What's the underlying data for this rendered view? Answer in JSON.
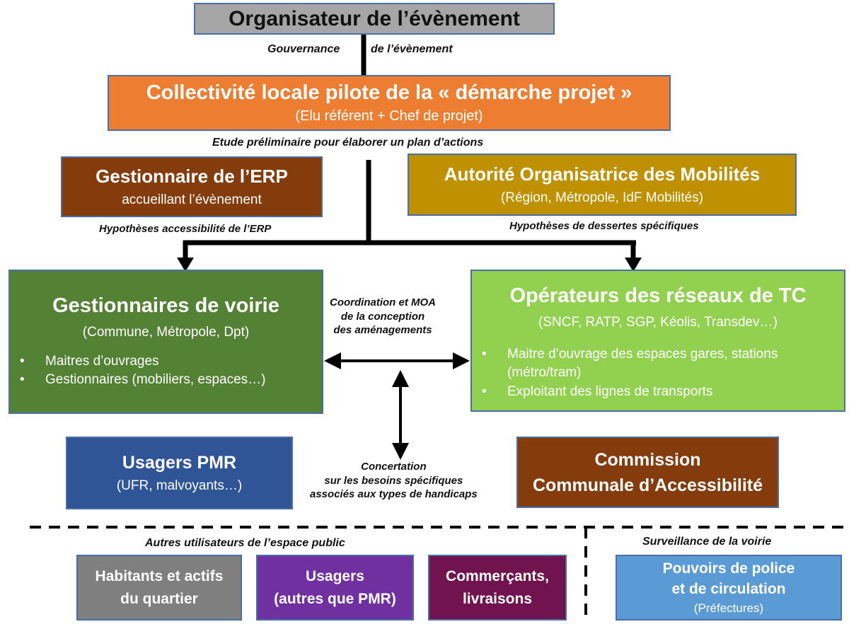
{
  "organiser": {
    "title": "Organisateur de l’évènement"
  },
  "labels": {
    "gov_left": "Gouvernance",
    "gov_right": "de l’évènement",
    "study": "Etude préliminaire pour élaborer un plan d’actions",
    "erp_hyp": "Hypothèses accessibilité de l’ERP",
    "aom_hyp": "Hypothèses de dessertes spécifiques",
    "coord": [
      "Coordination et MOA",
      "de la conception",
      "des aménagements"
    ],
    "concert": [
      "Concertation",
      "sur les besoins spécifiques",
      "associés aux types de handicaps"
    ],
    "others": "Autres utilisateurs de l’espace public",
    "surveillance": "Surveillance de la voirie"
  },
  "pilot": {
    "title": "Collectivité locale pilote de la « démarche projet »",
    "subtitle": "(Elu référent + Chef de projet)"
  },
  "erp": {
    "title": "Gestionnaire de l’ERP",
    "subtitle": "accueillant l’évènement"
  },
  "aom": {
    "title": "Autorité Organisatrice des Mobilités",
    "subtitle": "(Région, Métropole, IdF Mobilités)"
  },
  "voirie": {
    "title": "Gestionnaires de voirie",
    "subtitle": "(Commune, Métropole, Dpt)",
    "bullets": [
      "Maitres d’ouvrages",
      "Gestionnaires (mobiliers, espaces…)"
    ]
  },
  "operators": {
    "title": "Opérateurs des réseaux de TC",
    "subtitle": "(SNCF, RATP, SGP, Kéolis, Transdev…)",
    "bullets": [
      "Maitre d’ouvrage des espaces gares, stations (métro/tram)",
      "Exploitant des lignes de transports"
    ]
  },
  "pmr": {
    "title": "Usagers PMR",
    "subtitle": "(UFR, malvoyants…)"
  },
  "commission": {
    "line1": "Commission",
    "line2": "Communale d’Accessibilité"
  },
  "habitants": {
    "line1": "Habitants et actifs",
    "line2": "du quartier"
  },
  "usagers": {
    "line1": "Usagers",
    "line2": "(autres que PMR)"
  },
  "commercants": {
    "line1": "Commerçants,",
    "line2": "livraisons"
  },
  "police": {
    "line1": "Pouvoirs de police",
    "line2": "et de circulation",
    "line3": "(Préfectures)"
  },
  "colors": {
    "grey": "#a6a6a6",
    "orange": "#ed7d31",
    "brown": "#843c0c",
    "gold": "#bf9000",
    "dark_green": "#548235",
    "light_green": "#92d050",
    "navy": "#2f5597",
    "purple": "#7030a0",
    "plum": "#70134f",
    "light_blue": "#5b9bd5"
  }
}
